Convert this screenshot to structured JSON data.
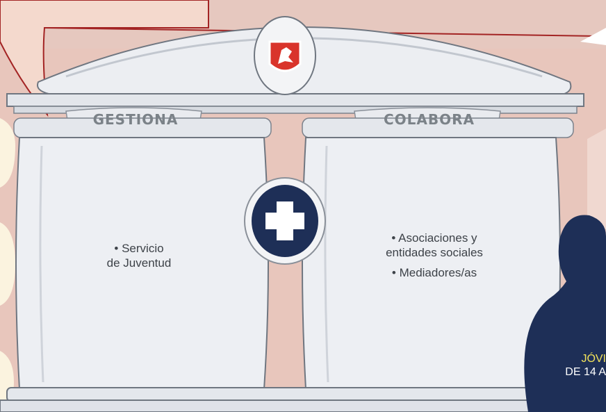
{
  "columns": {
    "left": {
      "heading": "GESTIONA",
      "items": [
        "• Servicio",
        "de Juventud"
      ]
    },
    "right": {
      "heading": "COLABORA",
      "items": [
        "• Asociaciones y",
        "entidades sociales",
        "• Mediadores/as"
      ]
    }
  },
  "center_icon": "plus-icon",
  "crest_icon": "lion-crest-icon",
  "audience": {
    "line1": "JÓVI",
    "line2": "DE 14 A"
  },
  "colors": {
    "background": "#e8c6bc",
    "stone": "#eceef2",
    "navy": "#1e2f57",
    "crest_red": "#d9342b",
    "accent_yellow": "#f3e35a"
  }
}
